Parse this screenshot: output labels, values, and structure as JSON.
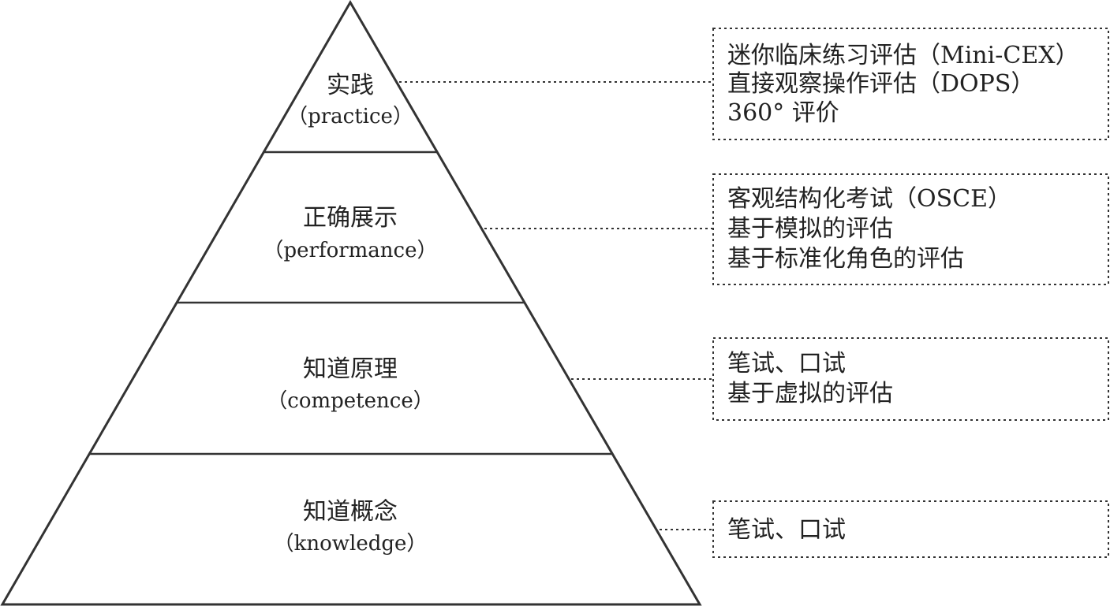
{
  "levels": [
    {
      "name": "实践",
      "term": "（practice）",
      "methods": [
        "迷你临床练习评估（Mini-CEX）",
        "直接观察操作评估（DOPS）",
        "360° 评价"
      ]
    },
    {
      "name": "正确展示",
      "term": "（performance）",
      "methods": [
        "客观结构化考试（OSCE）",
        "基于模拟的评估",
        "基于标准化角色的评估"
      ]
    },
    {
      "name": "知道原理",
      "term": "（competence）",
      "methods": [
        "笔试、口试",
        "基于虚拟的评估"
      ]
    },
    {
      "name": "知道概念",
      "term": "（knowledge）",
      "methods": [
        "笔试、口试"
      ]
    }
  ],
  "colors": {
    "stroke": "#333333",
    "text": "#222222",
    "background": "#ffffff"
  }
}
